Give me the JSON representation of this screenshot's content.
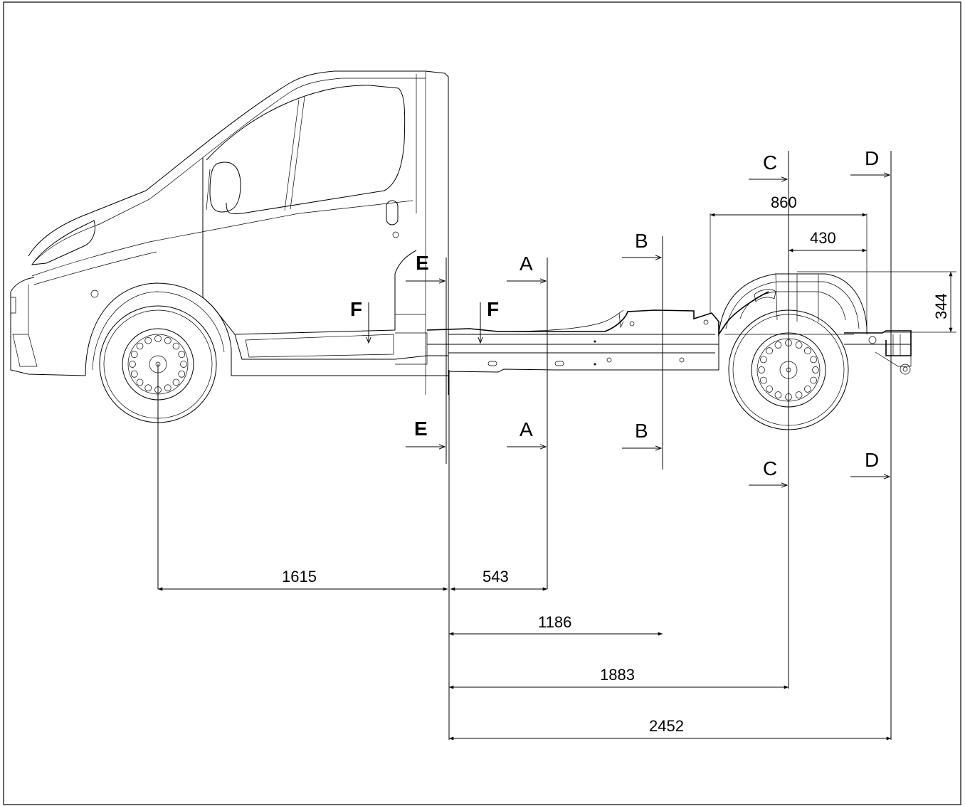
{
  "sections": {
    "E": "E",
    "A": "A",
    "B": "B",
    "C": "C",
    "D": "D",
    "F": "F"
  },
  "dimensions": {
    "front_axle_to_cab": "1615",
    "cab_to_A": "543",
    "cab_to_B": "1186",
    "cab_to_C": "1883",
    "cab_to_D": "2452",
    "rear_overall": "860",
    "rear_half": "430",
    "rear_height": "344"
  }
}
